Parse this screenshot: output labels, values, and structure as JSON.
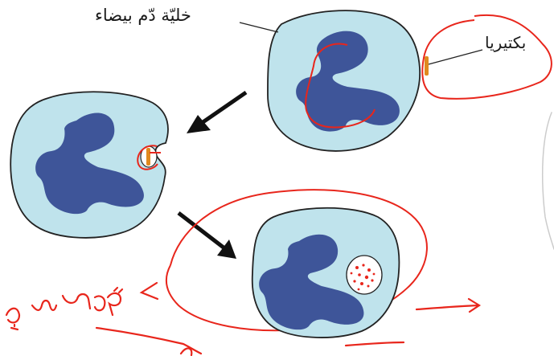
{
  "labels": {
    "white_blood_cell": "خليّة دّم بيضاء",
    "bacteria": "بكتيريا",
    "handwritten_note": "فاسدة"
  },
  "colors": {
    "cytoplasm": "#bfe3ec",
    "nucleus": "#3e5599",
    "bacterium": "#e08a1e",
    "annotation": "#e8261c",
    "arrow": "#111111"
  },
  "stages": [
    {
      "name": "approach",
      "description_icon": "cell-with-bacterium-outside"
    },
    {
      "name": "engulf",
      "description_icon": "cell-engulfing-bacterium"
    },
    {
      "name": "digest",
      "description_icon": "cell-with-digested-fragments"
    }
  ]
}
